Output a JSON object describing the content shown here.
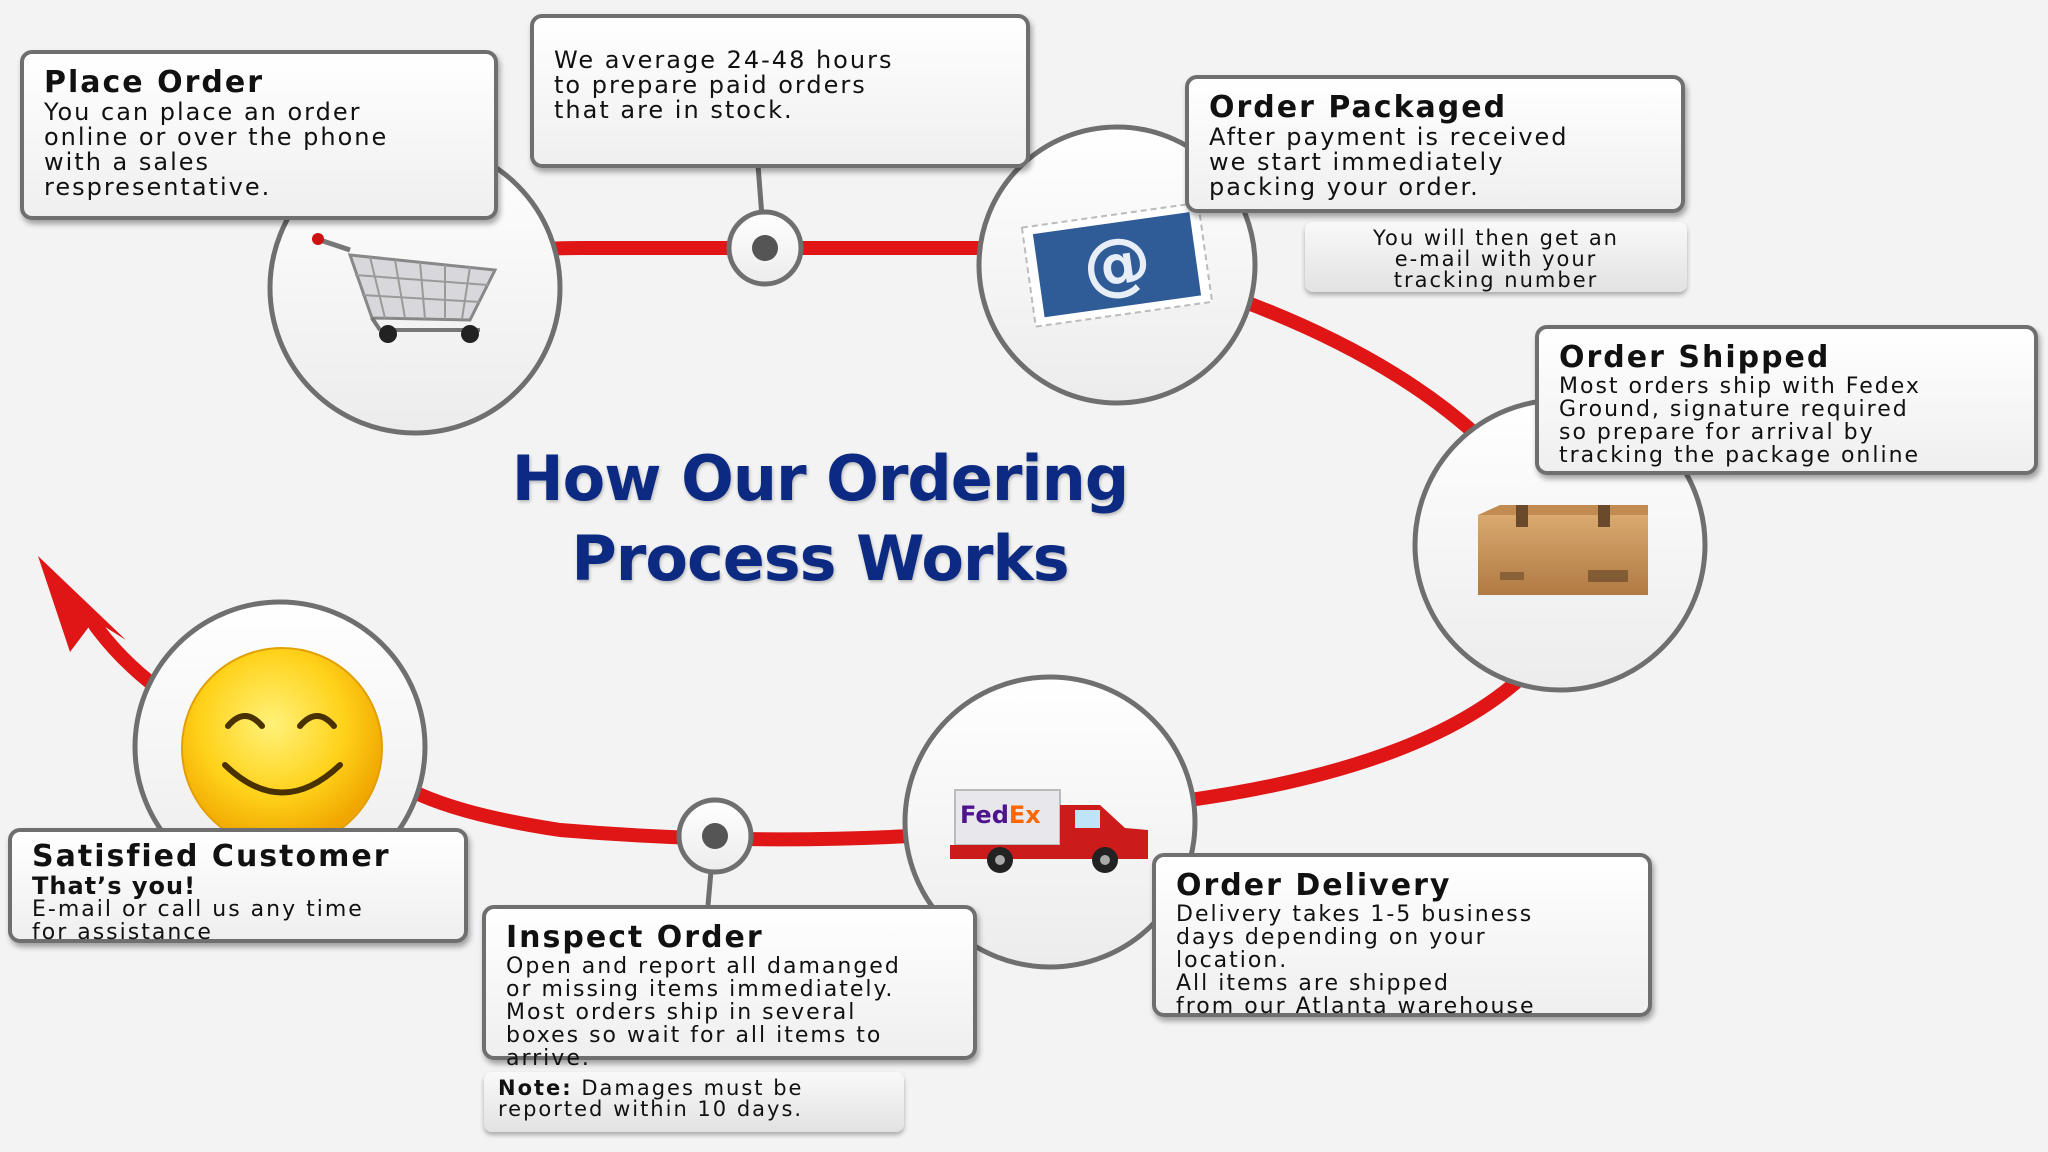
{
  "title": {
    "line1": "How Our Ordering",
    "line2": "Process Works"
  },
  "colors": {
    "ring": "#e01515",
    "title": "#0c2a82",
    "box_border": "#6f6f6f"
  },
  "steps": {
    "place_order": {
      "title": "Place Order",
      "text": "You can place an order\nonline or over the phone\nwith a sales\nrespresentative.",
      "icon": "shopping-cart-icon"
    },
    "prepare_note": {
      "text": "We average 24-48 hours\nto prepare paid orders\nthat are in stock."
    },
    "order_packaged": {
      "title": "Order Packaged",
      "text": "After payment is received\nwe start immediately\npacking your order.",
      "icon": "email-stamp-icon"
    },
    "email_note": {
      "text": "You will then get an\ne-mail with your\ntracking number"
    },
    "order_shipped": {
      "title": "Order Shipped",
      "text": "Most orders ship with Fedex\nGround, signature required\nso prepare for arrival by\ntracking the package online",
      "icon": "cardboard-box-icon"
    },
    "order_delivery": {
      "title": "Order Delivery",
      "text": "Delivery takes 1-5 business\ndays depending on your\nlocation.\nAll items are shipped\nfrom our Atlanta warehouse",
      "icon": "fedex-truck-icon",
      "truck_label_fed": "Fed",
      "truck_label_ex": "Ex"
    },
    "inspect_order": {
      "title": "Inspect Order",
      "text": "Open and report all damanged\nor missing items immediately.\nMost orders ship in several\nboxes so wait for all items to\narrive."
    },
    "damage_note": {
      "label": "Note:",
      "text": " Damages must be\nreported within 10 days."
    },
    "satisfied_customer": {
      "title": "Satisfied Customer",
      "subtitle": "That’s you!",
      "text": "E-mail or call us any time\nfor assistance",
      "icon": "smiley-face-icon"
    }
  }
}
